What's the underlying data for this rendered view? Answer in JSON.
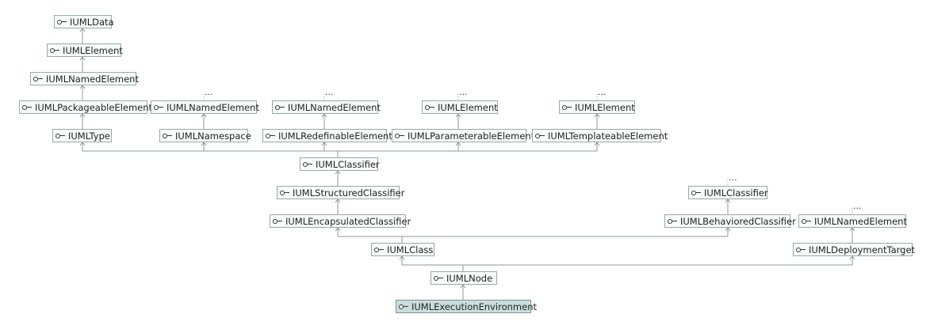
{
  "nodes": {
    "n0": "IUMLData",
    "n1": "IUMLElement",
    "n2": "IUMLNamedElement",
    "n3": "IUMLPackageableElement",
    "n4": "IUMLType",
    "n5": "IUMLNamedElement",
    "n6": "IUMLNamespace",
    "n7": "IUMLNamedElement",
    "n8": "IUMLRedefinableElement",
    "n9": "IUMLElement",
    "n10": "IUMLParameterableElement",
    "n11": "IUMLElement",
    "n12": "IUMLTemplateableElement",
    "n13": "IUMLClassifier",
    "n14": "IUMLStructuredClassifier",
    "n15": "IUMLEncapsulatedClassifier",
    "n16": "IUMLClassifier",
    "n17": "IUMLBehavioredClassifier",
    "n18": "IUMLClass",
    "n19": "IUMLNamedElement",
    "n20": "IUMLDeploymentTarget",
    "n21": "IUMLNode",
    "n22": "IUMLExecutionEnvironment"
  },
  "more": "...",
  "colors": {
    "node_fill": "#f7fbfa",
    "node_border": "#9aa9a5",
    "focus_fill": "#c9dedc",
    "edge": "#8c9895"
  },
  "icon": "interface-lollipop-icon"
}
